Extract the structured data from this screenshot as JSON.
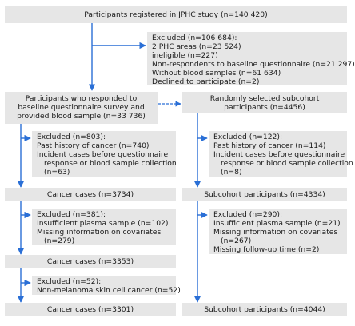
{
  "top": {
    "label": "Participants registered in JPHC study (n=140 420)"
  },
  "excluded_main": {
    "title": "Excluded (n=106 684):",
    "items": [
      "2 PHC areas (n=23 524)",
      "ineligible (n=227)",
      "Non-respondents to baseline questionnaire (n=21 297)",
      "Without blood samples (n=61 634)",
      "Declined to participate (n=2)"
    ]
  },
  "responders": {
    "lines": [
      "Participants who responded to",
      "baseline questionnaire survey and",
      "provided blood sample (n=33 736)"
    ]
  },
  "subcohort": {
    "lines": [
      "Randomly selected subcohort",
      "participants (n=4456)"
    ]
  },
  "left_excl_1": {
    "title": "Excluded (n=803):",
    "items": [
      "Past history of cancer (n=740)",
      "Incident cases before questionnaire",
      "response or blood sample collection",
      "(n=63)"
    ]
  },
  "right_excl_1": {
    "title": "Excluded (n=122):",
    "items": [
      "Past history of cancer (n=114)",
      "Incident cases before questionnaire",
      "response or blood sample collection",
      "(n=8)"
    ]
  },
  "cancer_1": {
    "label": "Cancer cases (n=3734)"
  },
  "subcohort_1": {
    "label": "Subcohort participants (n=4334)"
  },
  "left_excl_2": {
    "title": "Excluded (n=381):",
    "items": [
      "Insufficient plasma sample (n=102)",
      "Missing information on covariates",
      "(n=279)"
    ]
  },
  "right_excl_2": {
    "title": "Excluded (n=290):",
    "items": [
      "Insufficient plasma sample (n=21)",
      "Missing information on covariates",
      "(n=267)",
      "Missing follow-up time (n=2)"
    ]
  },
  "cancer_2": {
    "label": "Cancer cases (n=3353)"
  },
  "left_excl_3": {
    "title": "Excluded (n=52):",
    "items": [
      "Non-melanoma skin cell cancer (n=52)"
    ]
  },
  "cancer_3": {
    "label": "Cancer cases (n=3301)"
  },
  "subcohort_2": {
    "label": "Subcohort participants (n=4044)"
  },
  "colors": {
    "arrow": "#2a6fd6",
    "box": "#e6e6e6"
  }
}
